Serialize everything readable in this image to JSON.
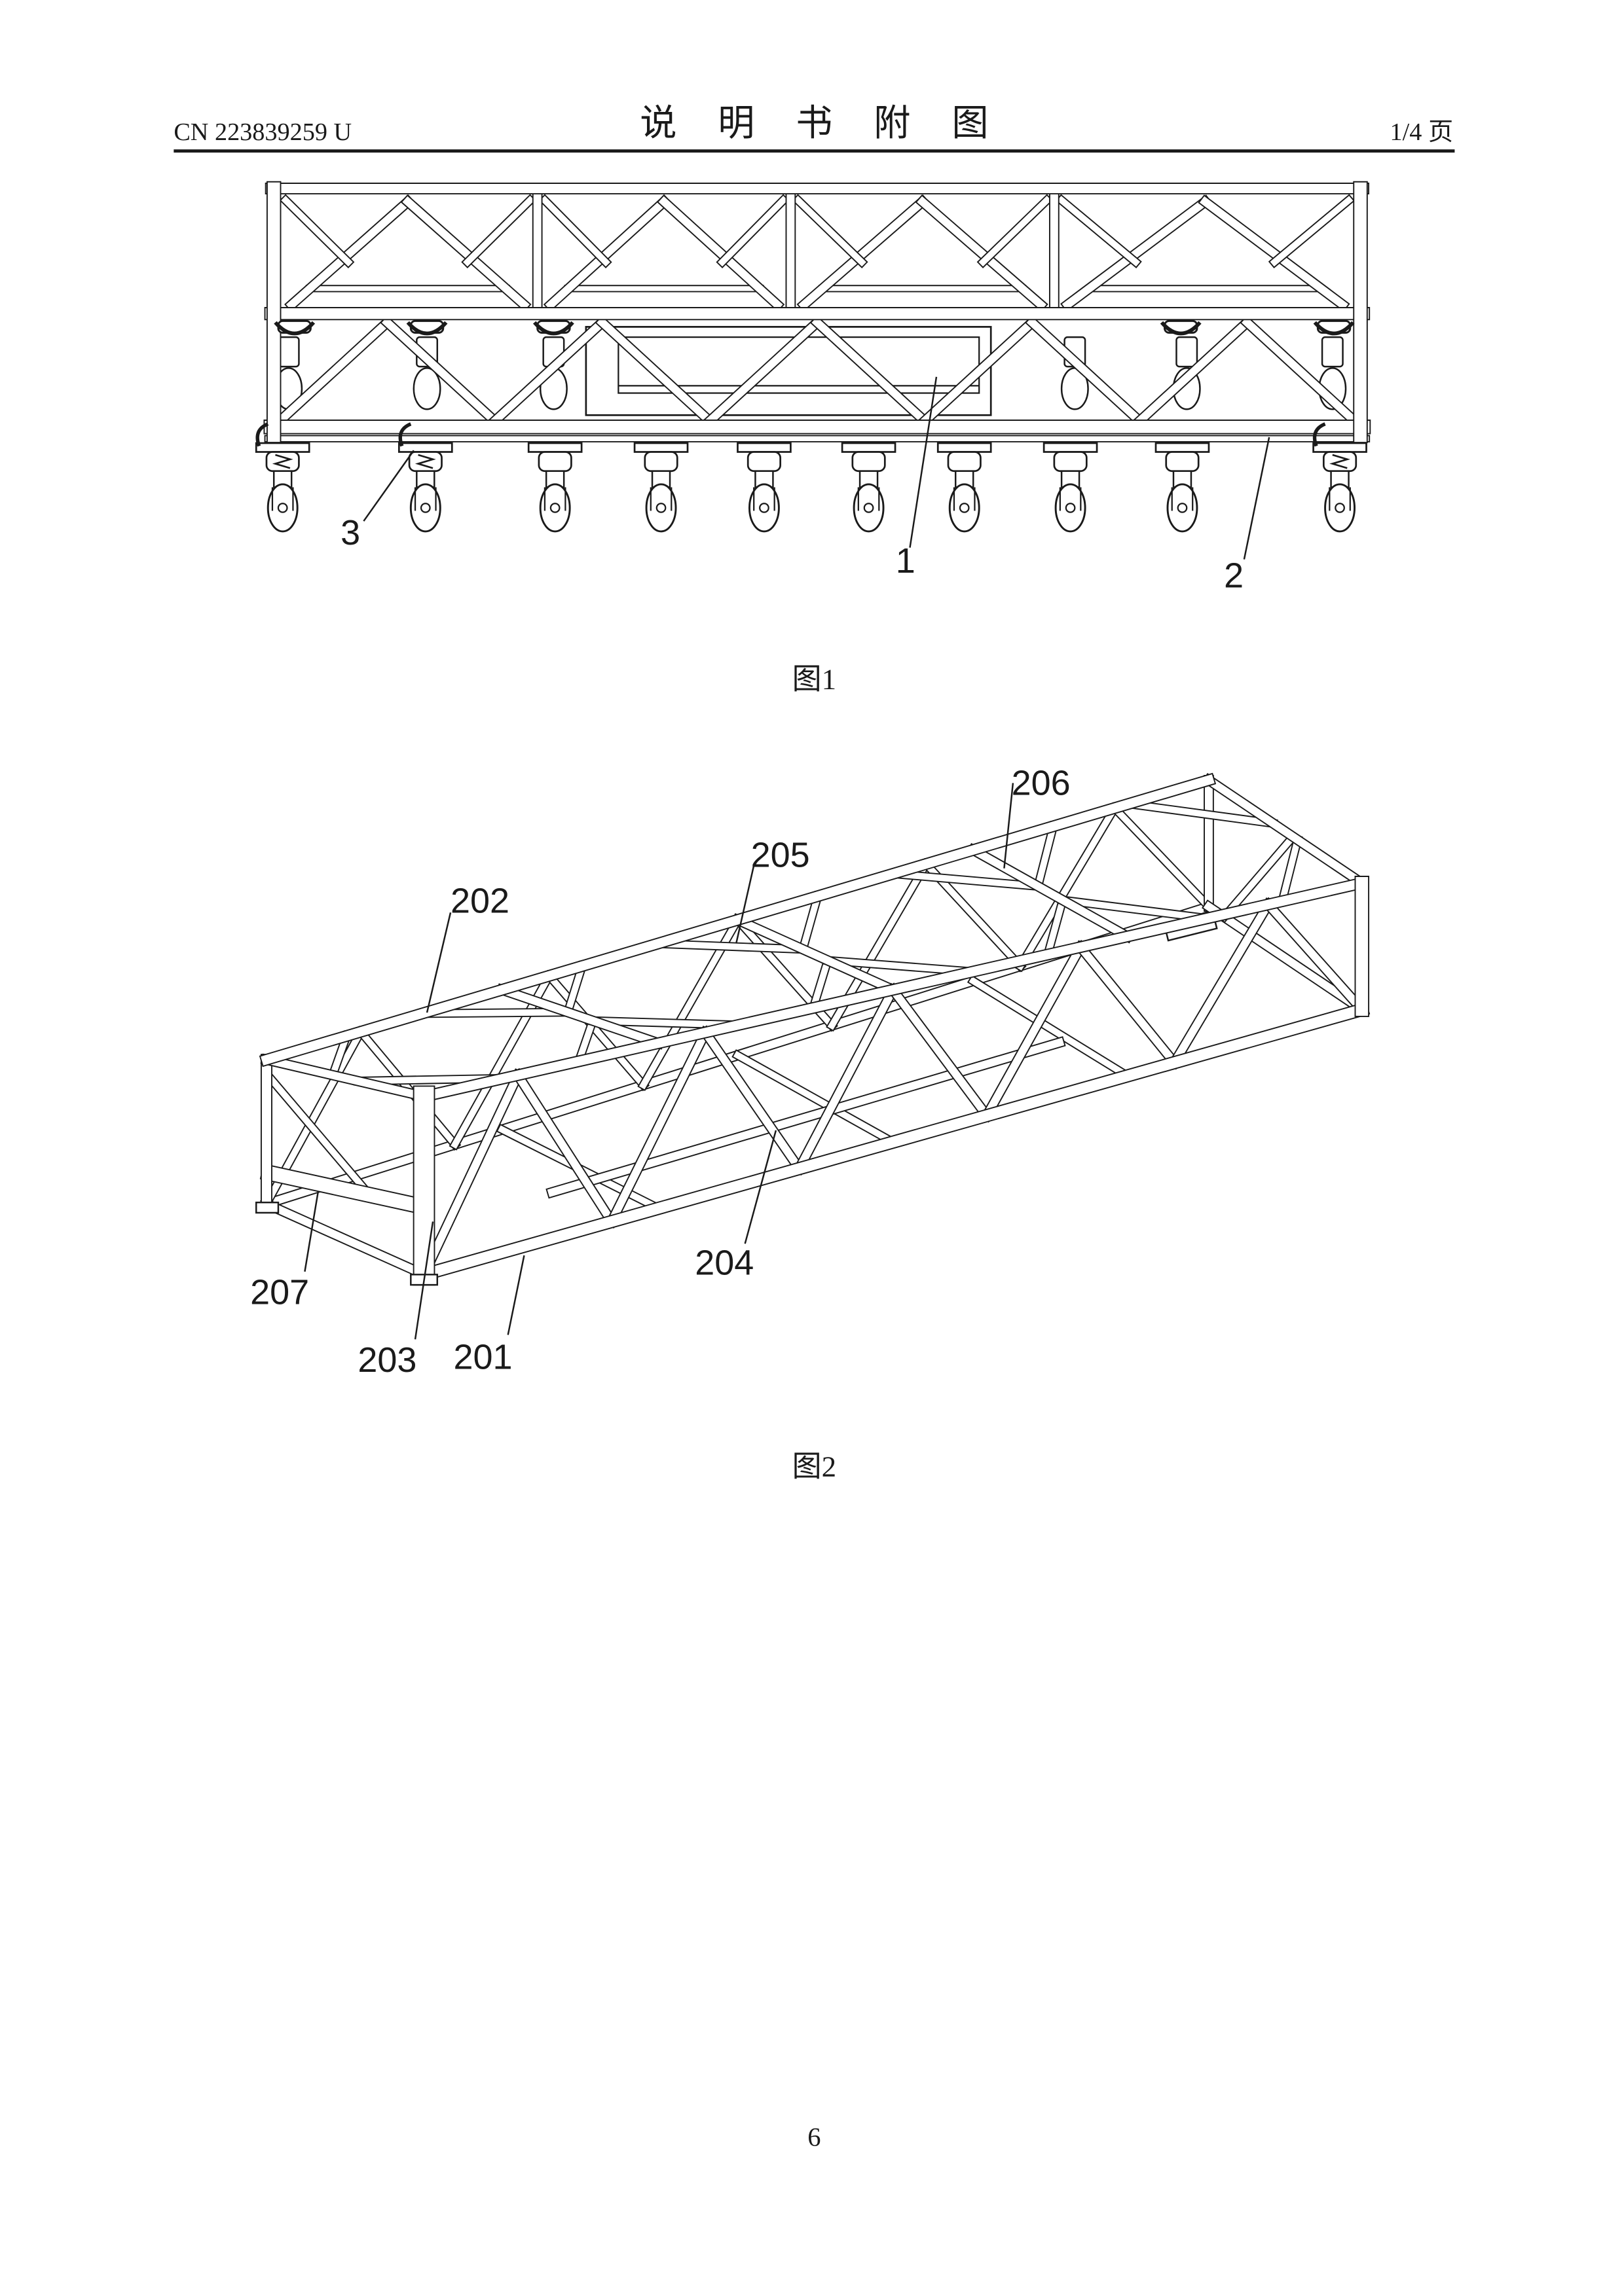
{
  "header": {
    "doc_number": "CN 223839259 U",
    "title": "说 明 书 附 图",
    "page_of": "1/4 页"
  },
  "figure_1": {
    "caption": "图1",
    "callouts": [
      "3",
      "1",
      "2"
    ]
  },
  "figure_2": {
    "caption": "图2",
    "callouts": [
      "206",
      "205",
      "202",
      "207",
      "204",
      "203",
      "201"
    ]
  },
  "page_number": "6",
  "colors": {
    "ink": "#1a1a1a",
    "paper": "#ffffff"
  }
}
